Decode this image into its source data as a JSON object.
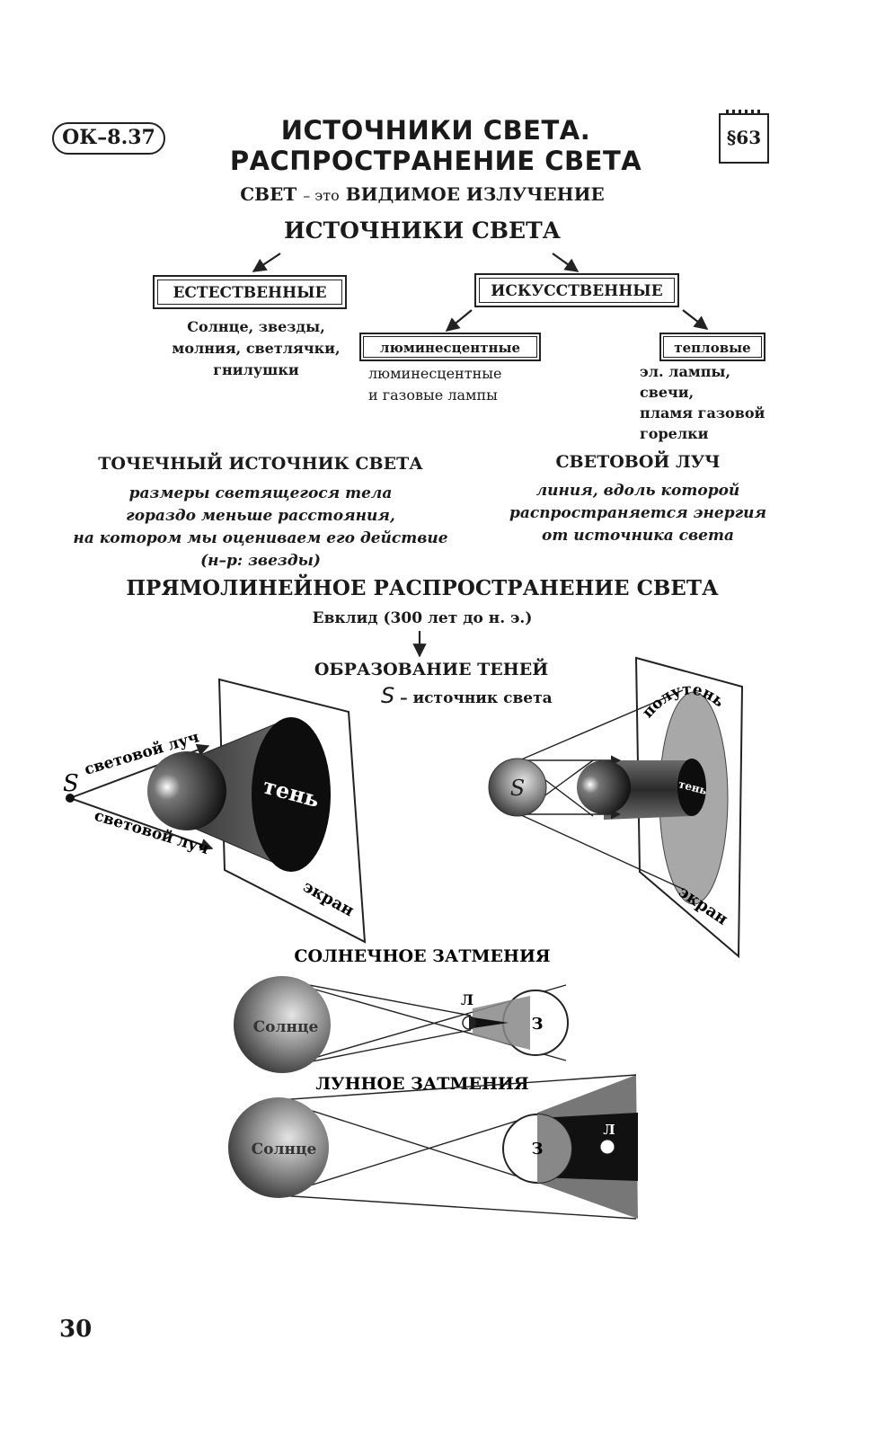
{
  "header": {
    "code": "ОК–8.37",
    "title_line1": "ИСТОЧНИКИ СВЕТА.",
    "title_line2": "РАСПРОСТРАНЕНИЕ СВЕТА",
    "section": "§63"
  },
  "definition": {
    "term": "СВЕТ",
    "connector": "– это",
    "text": "ВИДИМОЕ ИЗЛУЧЕНИЕ"
  },
  "sources": {
    "heading": "ИСТОЧНИКИ СВЕТА",
    "natural": {
      "label": "ЕСТЕСТВЕННЫЕ",
      "examples": [
        "Солнце, звезды,",
        "молния, светлячки,",
        "гнилушки"
      ]
    },
    "artificial": {
      "label": "ИСКУССТВЕННЫЕ",
      "luminescent": {
        "label": "люминесцентные",
        "examples": [
          "люминесцентные",
          "и газовые лампы"
        ]
      },
      "thermal": {
        "label": "тепловые",
        "examples": [
          "эл. лампы,",
          "свечи,",
          "пламя газовой",
          "горелки"
        ]
      }
    }
  },
  "point_source": {
    "heading": "ТОЧЕЧНЫЙ ИСТОЧНИК СВЕТА",
    "lines": [
      "размеры светящегося тела",
      "гораздо меньше расстояния,",
      "на котором мы оцениваем его действие",
      "(н–р: звезды)"
    ]
  },
  "light_ray": {
    "heading": "СВЕТОВОЙ ЛУЧ",
    "lines": [
      "линия, вдоль которой",
      "распространяется энергия",
      "от источника света"
    ]
  },
  "rectilinear": {
    "heading": "ПРЯМОЛИНЕЙНОЕ РАСПРОСТРАНЕНИЕ СВЕТА",
    "euclid": "Евклид (300 лет до н. э.)",
    "shadows_heading": "ОБРАЗОВАНИЕ ТЕНЕЙ",
    "source_symbol": "S",
    "source_note": "– источник света"
  },
  "diagram_left": {
    "source": "S",
    "ray_top": "световой луч",
    "ray_bottom": "световой луч",
    "shadow": "тень",
    "screen": "экран"
  },
  "diagram_right": {
    "source": "S",
    "penumbra": "полутень",
    "shadow": "тень",
    "screen": "экран"
  },
  "solar_eclipse": {
    "heading": "СОЛНЕЧНОЕ  ЗАТМЕНИЯ",
    "sun": "Солнце",
    "moon": "Л",
    "earth": "З"
  },
  "lunar_eclipse": {
    "heading": "ЛУННОЕ ЗАТМЕНИЯ",
    "sun": "Солнце",
    "earth": "З",
    "moon": "Л"
  },
  "page_number": "30"
}
